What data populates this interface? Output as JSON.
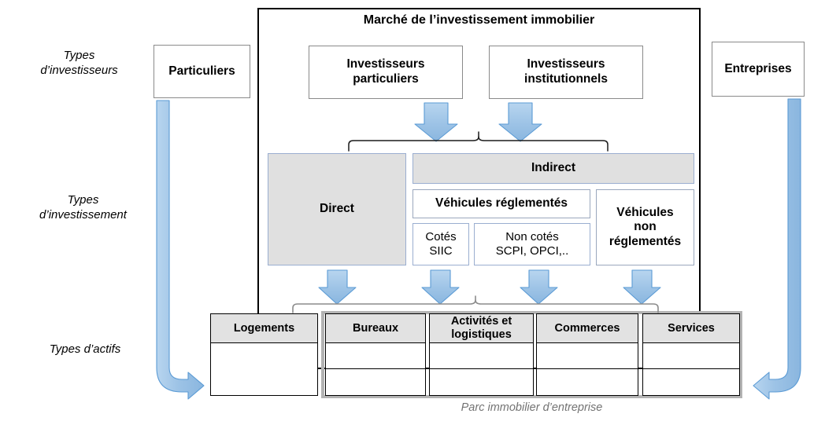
{
  "row_labels": [
    {
      "id": "types-investisseurs",
      "text": "Types\nd’investisseurs"
    },
    {
      "id": "types-investissement",
      "text": "Types\nd’investissement"
    },
    {
      "id": "types-actifs",
      "text": "Types d’actifs"
    }
  ],
  "market": {
    "title": "Marché de l’investissement immobilier",
    "frame_color": "#000000"
  },
  "side_boxes": {
    "left": {
      "label": "Particuliers"
    },
    "right": {
      "label": "Entreprises"
    }
  },
  "investors": [
    {
      "id": "investisseurs-particuliers",
      "label": "Investisseurs\nparticuliers"
    },
    {
      "id": "investisseurs-institutionnels",
      "label": "Investisseurs\ninstitutionnels"
    }
  ],
  "investment_types": {
    "direct": {
      "label": "Direct"
    },
    "indirect": {
      "label": "Indirect"
    },
    "vehicules_reglementes": {
      "label": "Véhicules réglementés"
    },
    "cotes": {
      "label": "Cotés\nSIIC"
    },
    "non_cotes": {
      "label": "Non cotés\nSCPI, OPCI,.."
    },
    "vehicules_non_reglementes": {
      "label": "Véhicules\nnon\nréglementés"
    }
  },
  "assets": [
    {
      "id": "logements",
      "label": "Logements",
      "in_parc": false
    },
    {
      "id": "bureaux",
      "label": "Bureaux",
      "in_parc": true
    },
    {
      "id": "activites-logistiques",
      "label": "Activités et\nlogistiques",
      "in_parc": true
    },
    {
      "id": "commerces",
      "label": "Commerces",
      "in_parc": true
    },
    {
      "id": "services",
      "label": "Services",
      "in_parc": true
    }
  ],
  "caption": "Parc immobilier d’entreprise",
  "colors": {
    "arrow_fill": "#9dc3e6",
    "arrow_stroke": "#5b9bd5",
    "grey_box": "#e0e0e0",
    "asset_header": "#e2e2e2",
    "parc_border": "#b3b3b3",
    "caption_text": "#737373"
  },
  "icons": {
    "down_arrow": "down-arrow-icon",
    "elbow_arrow_left": "elbow-arrow-down-right-icon",
    "elbow_arrow_right": "elbow-arrow-down-left-icon",
    "bracket": "brace-connector-icon"
  }
}
